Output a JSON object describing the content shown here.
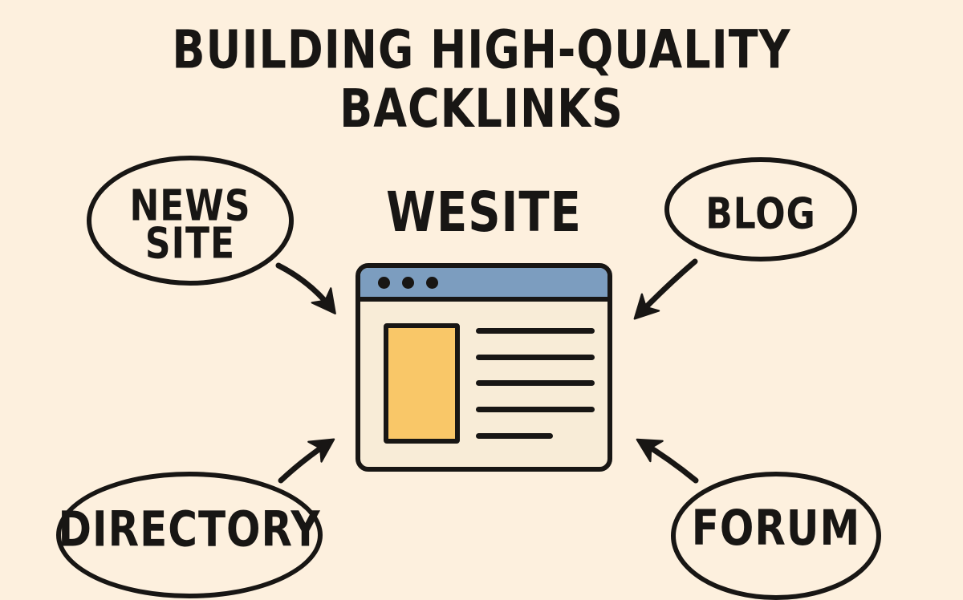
{
  "title": {
    "line1": "BUILDING HIGH-QUALITY",
    "line2": "BACKLINKS"
  },
  "center": {
    "label": "WESITE"
  },
  "nodes": {
    "news_site": {
      "line1": "NEWS",
      "line2": "SITE"
    },
    "blog": {
      "label": "BLOG"
    },
    "directory": {
      "label": "DIRECTORY"
    },
    "forum": {
      "label": "FORUM"
    }
  },
  "connections": [
    {
      "from": "news_site",
      "to": "website"
    },
    {
      "from": "blog",
      "to": "website"
    },
    {
      "from": "directory",
      "to": "website"
    },
    {
      "from": "forum",
      "to": "website"
    }
  ],
  "colors": {
    "background": "#fdf0de",
    "ink": "#181614",
    "browser_titlebar": "#7c9dbf",
    "browser_body": "#f8ecd7",
    "image_placeholder": "#f9c768"
  }
}
